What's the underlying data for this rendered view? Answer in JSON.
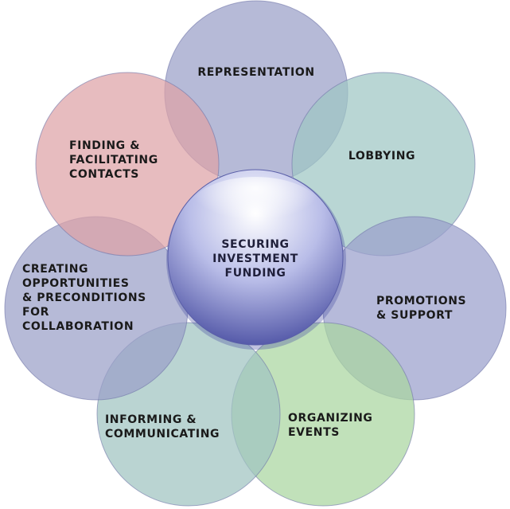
{
  "center": {
    "lines": [
      "SECURING",
      "INVESTMENT",
      "FUNDING"
    ]
  },
  "petals": [
    {
      "id": "representation",
      "lines": [
        "REPRESENTATION"
      ],
      "color": "#9aa0c8"
    },
    {
      "id": "lobbying",
      "lines": [
        "LOBBYING"
      ],
      "color": "#9ec6c4"
    },
    {
      "id": "promotions-support",
      "lines": [
        "PROMOTIONS",
        "& SUPPORT"
      ],
      "color": "#9a9fcc"
    },
    {
      "id": "organizing-events",
      "lines": [
        "ORGANIZING",
        "EVENTS"
      ],
      "color": "#a9d5a0"
    },
    {
      "id": "informing-communicating",
      "lines": [
        "INFORMING &",
        "COMMUNICATING"
      ],
      "color": "#9fc4c0"
    },
    {
      "id": "creating-opportunities",
      "lines": [
        "CREATING",
        "OPPORTUNITIES",
        "& PRECONDITIONS",
        "FOR",
        "COLLABORATION"
      ],
      "color": "#9aa0c8"
    },
    {
      "id": "finding-contacts",
      "lines": [
        "FINDING &",
        "FACILITATING",
        "CONTACTS"
      ],
      "color": "#dea2a6"
    }
  ]
}
